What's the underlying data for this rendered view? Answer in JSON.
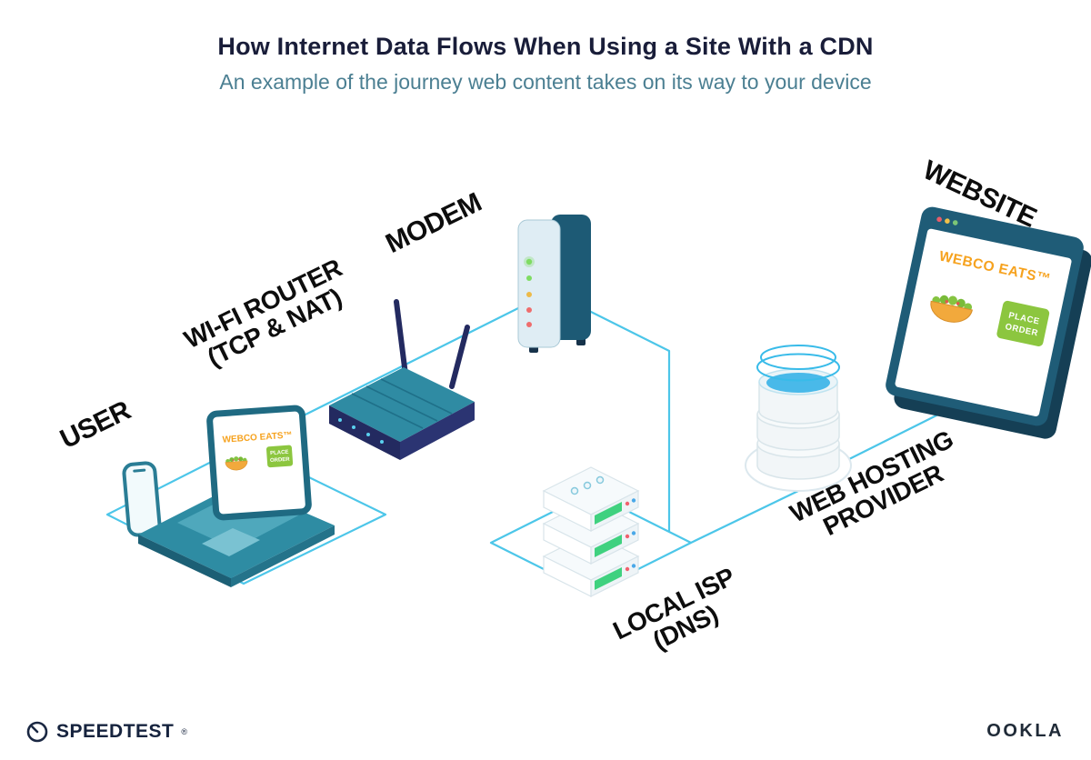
{
  "header": {
    "title": "How Internet Data Flows When Using a Site With a CDN",
    "subtitle": "An example of the journey web content takes on its way to your device"
  },
  "nodes": {
    "user": {
      "label": "USER"
    },
    "router": {
      "label_line1": "WI-FI ROUTER",
      "label_line2": "(TCP & NAT)"
    },
    "modem": {
      "label": "MODEM"
    },
    "isp": {
      "label_line1": "LOCAL ISP",
      "label_line2": "(DNS)"
    },
    "hosting": {
      "label_line1": "WEB HOSTING",
      "label_line2": "PROVIDER"
    },
    "website": {
      "label": "WEBSITE"
    }
  },
  "webco_site": {
    "brand": "WEBCO EATS™",
    "order_button_line1": "PLACE",
    "order_button_line2": "ORDER"
  },
  "footer": {
    "speedtest_wordmark": "SPEEDTEST",
    "speedtest_trademark": "®",
    "ookla_wordmark": "OOKLA"
  },
  "colors": {
    "connection_line": "#4cc6e9",
    "title_text": "#191d39",
    "subtitle_text": "#4b7f92",
    "label_text": "#0d0d0d",
    "brand_orange": "#f6a21e",
    "button_green": "#8cc63f",
    "device_teal": "#2e8ca3",
    "device_navy": "#232a60",
    "server_green": "#3fd17f",
    "led_green": "#7fdc63",
    "led_amber": "#edba49",
    "led_red": "#ef6d6d"
  }
}
